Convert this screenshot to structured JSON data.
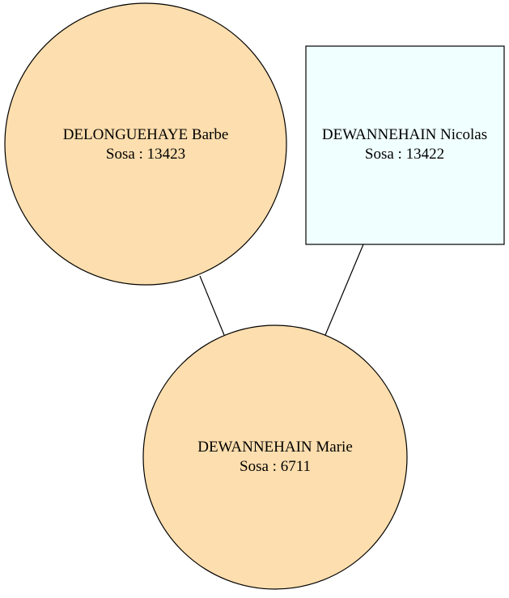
{
  "nodes": {
    "mother": {
      "name": "DELONGUEHAYE Barbe",
      "sosa": "Sosa : 13423",
      "shape": "circle",
      "color": "#fddeae"
    },
    "father": {
      "name": "DEWANNEHAIN Nicolas",
      "sosa": "Sosa : 13422",
      "shape": "box",
      "color": "#f0ffff"
    },
    "child": {
      "name": "DEWANNEHAIN Marie",
      "sosa": "Sosa : 6711",
      "shape": "circle",
      "color": "#fddeae"
    }
  },
  "edges": [
    {
      "from": "mother",
      "to": "child"
    },
    {
      "from": "father",
      "to": "child"
    }
  ]
}
